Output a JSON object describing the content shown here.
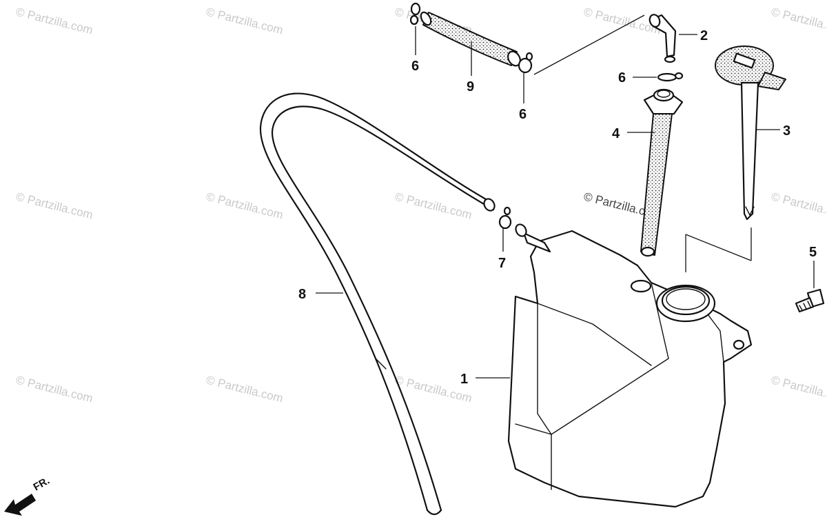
{
  "watermark": {
    "text": "© Partzilla.com",
    "color": "#c9c9c9"
  },
  "callouts": [
    {
      "id": "1",
      "label": "1"
    },
    {
      "id": "2",
      "label": "2"
    },
    {
      "id": "3",
      "label": "3"
    },
    {
      "id": "4",
      "label": "4"
    },
    {
      "id": "5",
      "label": "5"
    },
    {
      "id": "6a",
      "label": "6"
    },
    {
      "id": "6b",
      "label": "6"
    },
    {
      "id": "6c",
      "label": "6"
    },
    {
      "id": "7",
      "label": "7"
    },
    {
      "id": "8",
      "label": "8"
    },
    {
      "id": "9",
      "label": "9"
    }
  ],
  "direction_marker": {
    "label": "FR.",
    "icon": "front-arrow-icon"
  }
}
